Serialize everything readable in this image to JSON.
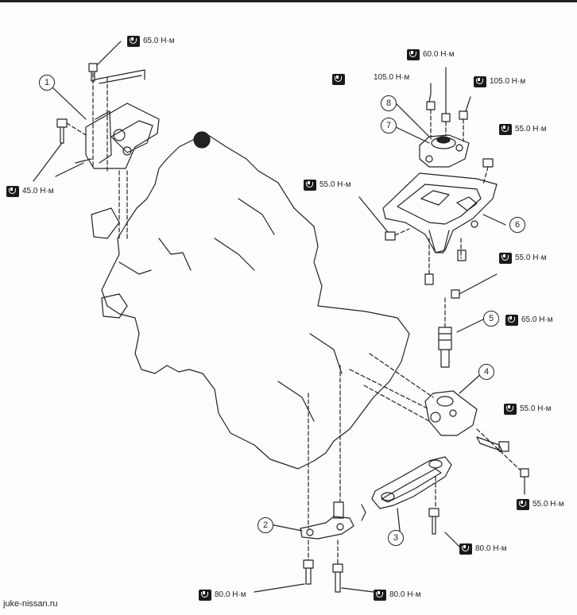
{
  "callouts": [
    "1",
    "2",
    "3",
    "4",
    "5",
    "6",
    "7",
    "8"
  ],
  "torque_labels": {
    "t1": "65.0 Н·м",
    "t2": "45.0 Н·м",
    "t3": "60.0 Н·м",
    "t4": "105.0 Н·м",
    "t5": "105.0 Н·м",
    "t6": "55.0 Н·м",
    "t7": "55.0 Н·м",
    "t8": "55.0 Н·м",
    "t9": "65.0 Н·м",
    "t10": "55.0 Н·м",
    "t11": "55.0 Н·м",
    "t12": "80.0 Н·м",
    "t13": "80.0 Н·м",
    "t14": "80.0 Н·м"
  },
  "watermark": "juke-nissan.ru",
  "icons": {
    "torque": "torque-wrench-icon",
    "front": "front-direction-icon"
  },
  "colors": {
    "ink": "#222222",
    "paper": "#fdfdfc"
  }
}
